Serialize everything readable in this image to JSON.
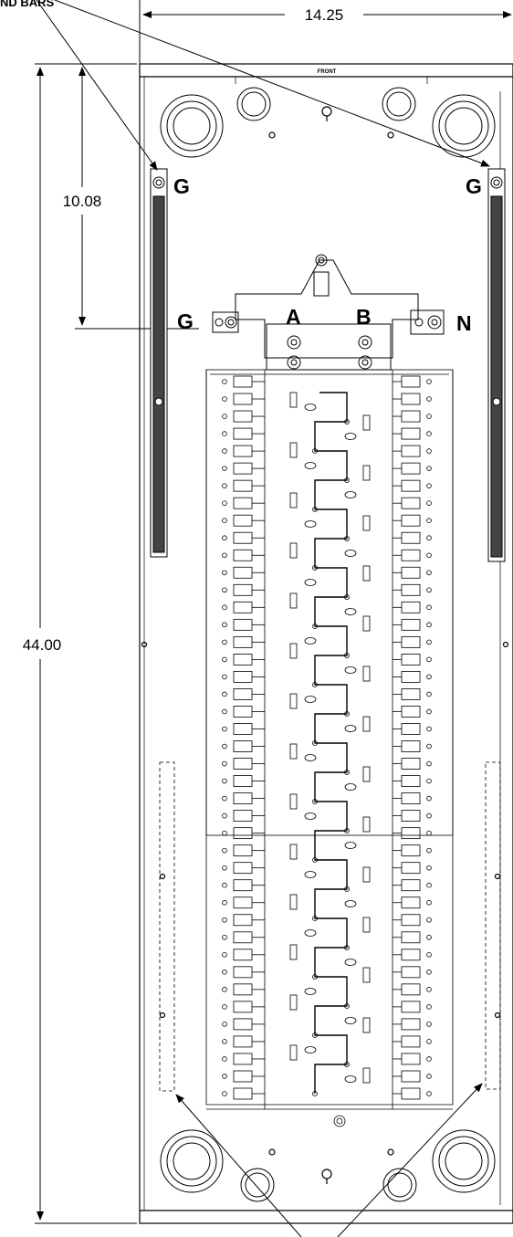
{
  "top_fragment": "ND BARS",
  "dimensions": {
    "width": "14.25",
    "height": "44.00",
    "gnd_offset": "10.08"
  },
  "front_label": "FRONT",
  "terminal_labels": {
    "ground_left_bar": "G",
    "ground_right_bar": "G",
    "ground_lug": "G",
    "phase_a": "A",
    "phase_b": "B",
    "neutral": "N"
  },
  "breaker_rows": 42,
  "colors": {
    "line": "#000000",
    "background": "#ffffff",
    "bar_fill": "#444444"
  }
}
